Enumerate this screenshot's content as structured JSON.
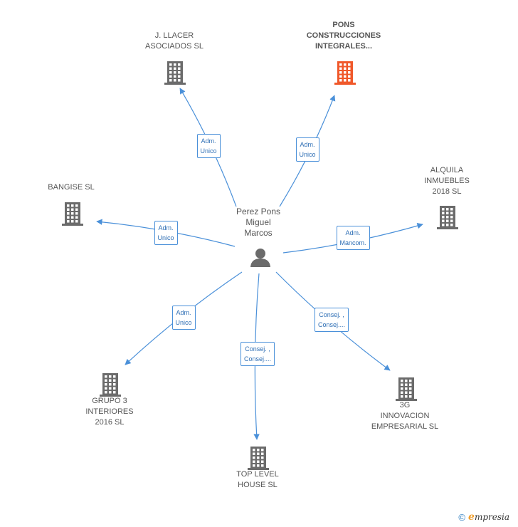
{
  "center": {
    "label": "Perez Pons\nMiguel\nMarcos"
  },
  "nodes": [
    {
      "id": "llacer",
      "label": "J.  LLACER\nASOCIADOS SL",
      "highlight": false
    },
    {
      "id": "pons",
      "label": "PONS\nCONSTRUCCIONES\nINTEGRALES...",
      "highlight": true
    },
    {
      "id": "alquila",
      "label": "ALQUILA\nINMUEBLES\n2018  SL",
      "highlight": false
    },
    {
      "id": "bangise",
      "label": "BANGISE  SL",
      "highlight": false
    },
    {
      "id": "grupo3",
      "label": "GRUPO 3\nINTERIORES\n2016  SL",
      "highlight": false
    },
    {
      "id": "toplevel",
      "label": "TOP LEVEL\nHOUSE  SL",
      "highlight": false
    },
    {
      "id": "innovacion",
      "label": "3G\nINNOVACION\nEMPRESARIAL SL",
      "highlight": false
    }
  ],
  "edges": [
    {
      "target": "llacer",
      "label": "Adm.\nUnico"
    },
    {
      "target": "pons",
      "label": "Adm.\nUnico"
    },
    {
      "target": "alquila",
      "label": "Adm.\nMancom."
    },
    {
      "target": "bangise",
      "label": "Adm.\nUnico"
    },
    {
      "target": "grupo3",
      "label": "Adm.\nUnico"
    },
    {
      "target": "toplevel",
      "label": "Consej. ,\nConsej...."
    },
    {
      "target": "innovacion",
      "label": "Consej. ,\nConsej...."
    }
  ],
  "colors": {
    "edge": "#4a90d9",
    "building": "#6b6b6b",
    "building_highlight": "#f0582a",
    "person": "#6b6b6b"
  },
  "footer": {
    "copyright": "©",
    "brand_initial": "e",
    "brand_rest": "mpresia"
  }
}
